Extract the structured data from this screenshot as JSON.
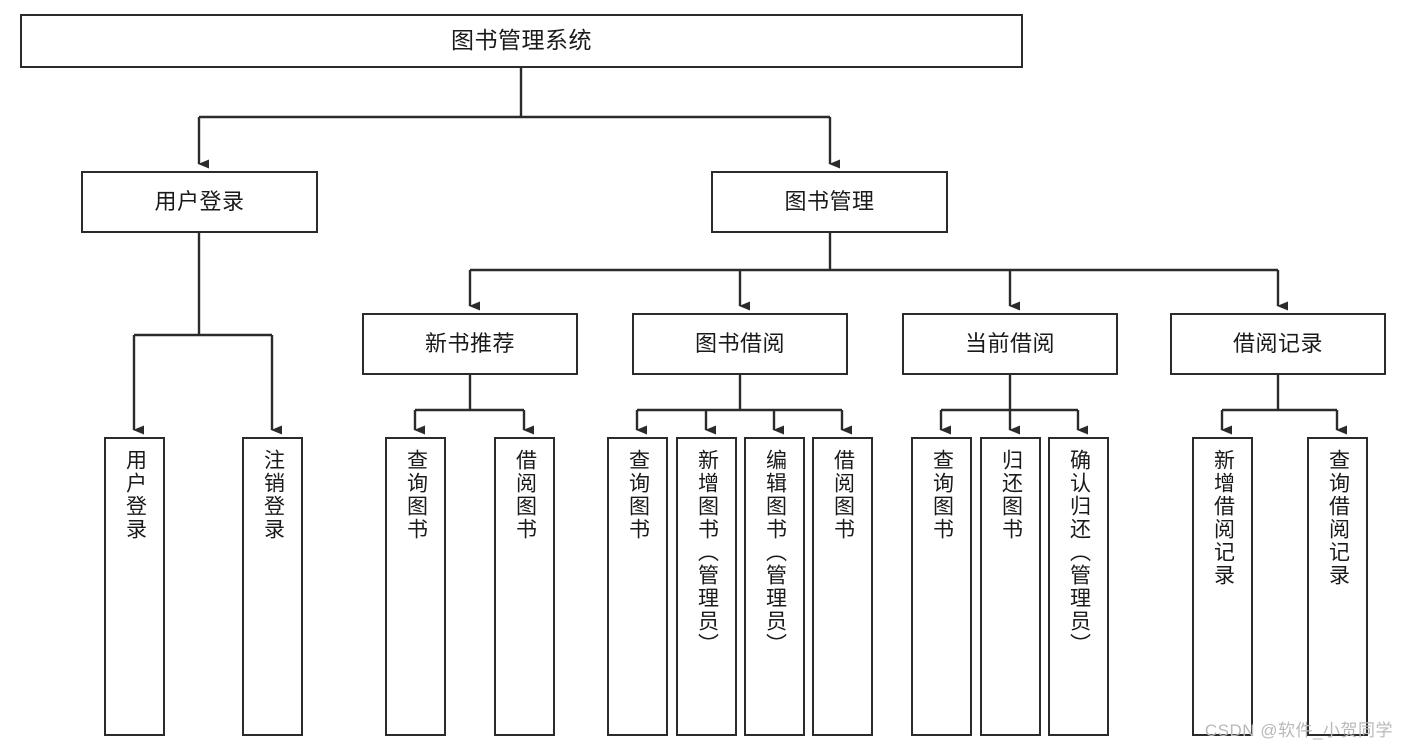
{
  "diagram": {
    "title": "图书管理系统",
    "watermark": "CSDN @软件_小贺同学",
    "line_color": "#2b2b2b",
    "box_fill": "#ffffff",
    "text_color": "#1a1a1a",
    "watermark_color": "#b9b9b9",
    "levels": {
      "root": {
        "label": "图书管理系统"
      },
      "level2": [
        {
          "label": "用户登录"
        },
        {
          "label": "图书管理"
        }
      ],
      "level3": [
        {
          "label": "新书推荐"
        },
        {
          "label": "图书借阅"
        },
        {
          "label": "当前借阅"
        },
        {
          "label": "借阅记录"
        }
      ],
      "leaves_user_login": [
        {
          "label": "用户登录"
        },
        {
          "label": "注销登录"
        }
      ],
      "leaves_new_book": [
        {
          "label": "查询图书"
        },
        {
          "label": "借阅图书"
        }
      ],
      "leaves_borrow": [
        {
          "label": "查询图书"
        },
        {
          "label": "新增图书（管理员）"
        },
        {
          "label": "编辑图书（管理员）"
        },
        {
          "label": "借阅图书"
        }
      ],
      "leaves_current": [
        {
          "label": "查询图书"
        },
        {
          "label": "归还图书"
        },
        {
          "label": "确认归还（管理员）"
        }
      ],
      "leaves_records": [
        {
          "label": "新增借阅记录"
        },
        {
          "label": "查询借阅记录"
        }
      ]
    }
  }
}
